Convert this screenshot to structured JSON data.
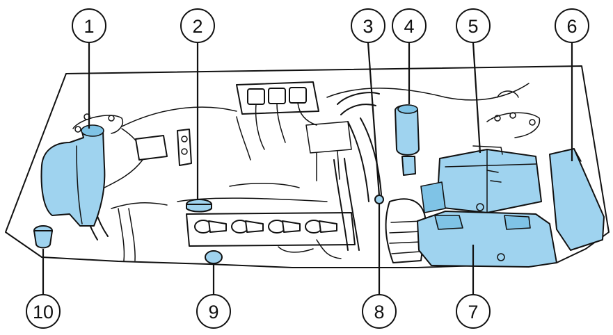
{
  "callouts": [
    {
      "id": "1",
      "label": "1"
    },
    {
      "id": "2",
      "label": "2"
    },
    {
      "id": "3",
      "label": "3"
    },
    {
      "id": "4",
      "label": "4"
    },
    {
      "id": "5",
      "label": "5"
    },
    {
      "id": "6",
      "label": "6"
    },
    {
      "id": "7",
      "label": "7"
    },
    {
      "id": "8",
      "label": "8"
    },
    {
      "id": "9",
      "label": "9"
    },
    {
      "id": "10",
      "label": "10"
    }
  ],
  "colors": {
    "highlight": "#9fd3ef",
    "highlight_dark": "#7fc3e6",
    "line": "#111111",
    "background": "#ffffff"
  }
}
